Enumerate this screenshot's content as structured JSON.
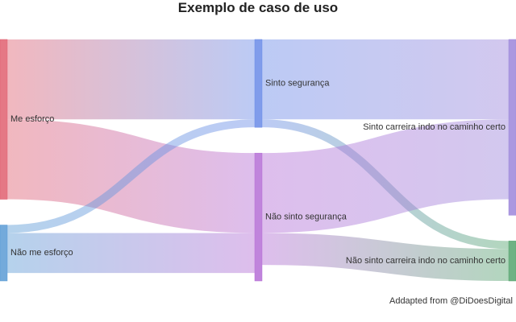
{
  "title": "Exemplo de caso de uso",
  "caption": "Addapted from @DiDoesDigital",
  "nodes": [
    {
      "id": "me_esforco",
      "label": "Me esforço",
      "column": 0,
      "value": 100,
      "color": "#e06070"
    },
    {
      "id": "nao_me_esforco",
      "label": "Não me esforço",
      "column": 0,
      "value": 35,
      "color": "#5b9bd5"
    },
    {
      "id": "sinto_seguranca",
      "label": "Sinto segurança",
      "column": 1,
      "value": 55,
      "color": "#6a8be8"
    },
    {
      "id": "nao_sinto_seguranca",
      "label": "Não sinto segurança",
      "column": 1,
      "value": 80,
      "color": "#b56fd6"
    },
    {
      "id": "carreira_certo",
      "label": "Sinto carreira indo no caminho certo",
      "column": 2,
      "value": 110,
      "color": "#9c86db"
    },
    {
      "id": "carreira_nao_certo",
      "label": "Não sinto carreira indo no caminho certo",
      "column": 2,
      "value": 25,
      "color": "#55a46e"
    }
  ],
  "links": [
    {
      "source": "me_esforco",
      "target": "sinto_seguranca",
      "value": 50
    },
    {
      "source": "me_esforco",
      "target": "nao_sinto_seguranca",
      "value": 50
    },
    {
      "source": "nao_me_esforco",
      "target": "sinto_seguranca",
      "value": 5
    },
    {
      "source": "nao_me_esforco",
      "target": "nao_sinto_seguranca",
      "value": 25
    },
    {
      "source": "sinto_seguranca",
      "target": "carreira_certo",
      "value": 50
    },
    {
      "source": "sinto_seguranca",
      "target": "carreira_nao_certo",
      "value": 5
    },
    {
      "source": "nao_sinto_seguranca",
      "target": "carreira_certo",
      "value": 50
    },
    {
      "source": "nao_sinto_seguranca",
      "target": "carreira_nao_certo",
      "value": 20
    }
  ]
}
